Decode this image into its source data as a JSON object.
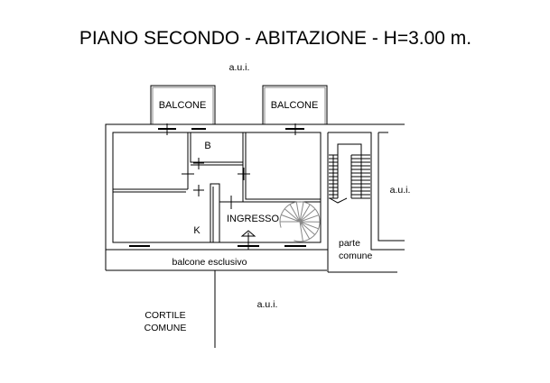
{
  "title": "PIANO SECONDO - ABITAZIONE - H=3.00 m.",
  "labels": {
    "aui_top": "a.u.i.",
    "aui_right": "a.u.i.",
    "aui_bottom": "a.u.i.",
    "balcone_left": "BALCONE",
    "balcone_right": "BALCONE",
    "bagno": "B",
    "cucina": "K",
    "ingresso": "INGRESSO",
    "balcone_esclusivo": "balcone esclusivo",
    "parte": "parte",
    "comune": "comune",
    "cortile": "CORTILE",
    "cortile_comune": "COMUNE"
  }
}
